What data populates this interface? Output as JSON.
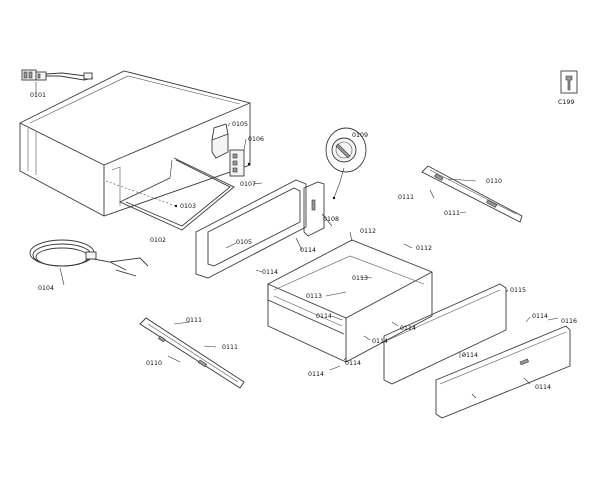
{
  "callouts": {
    "c0101": "0101",
    "c0102": "0102",
    "c0103": "0103",
    "c0104": "0104",
    "c0105": "0105",
    "c0106": "0106",
    "c0107": "0107",
    "c0108": "0108",
    "c0109": "0109",
    "c0110a": "0110",
    "c0110b": "0110",
    "c0111a": "0111",
    "c0111b": "0111",
    "c0111c": "0111",
    "c0111d": "0111",
    "c0112a": "0112",
    "c0112b": "0112",
    "c0113a": "0113",
    "c0113b": "0113",
    "c0114a": "0114",
    "c0114b": "0114",
    "c0114c": "0114",
    "c0114d": "0114",
    "c0114e": "0114",
    "c0114f": "0114",
    "c0114g": "0114",
    "c0114h": "0114",
    "c0114i": "0114",
    "c0114j": "0114",
    "c0115": "0115",
    "c0116": "0116",
    "c0105b": "0105",
    "c0199": "C199"
  }
}
